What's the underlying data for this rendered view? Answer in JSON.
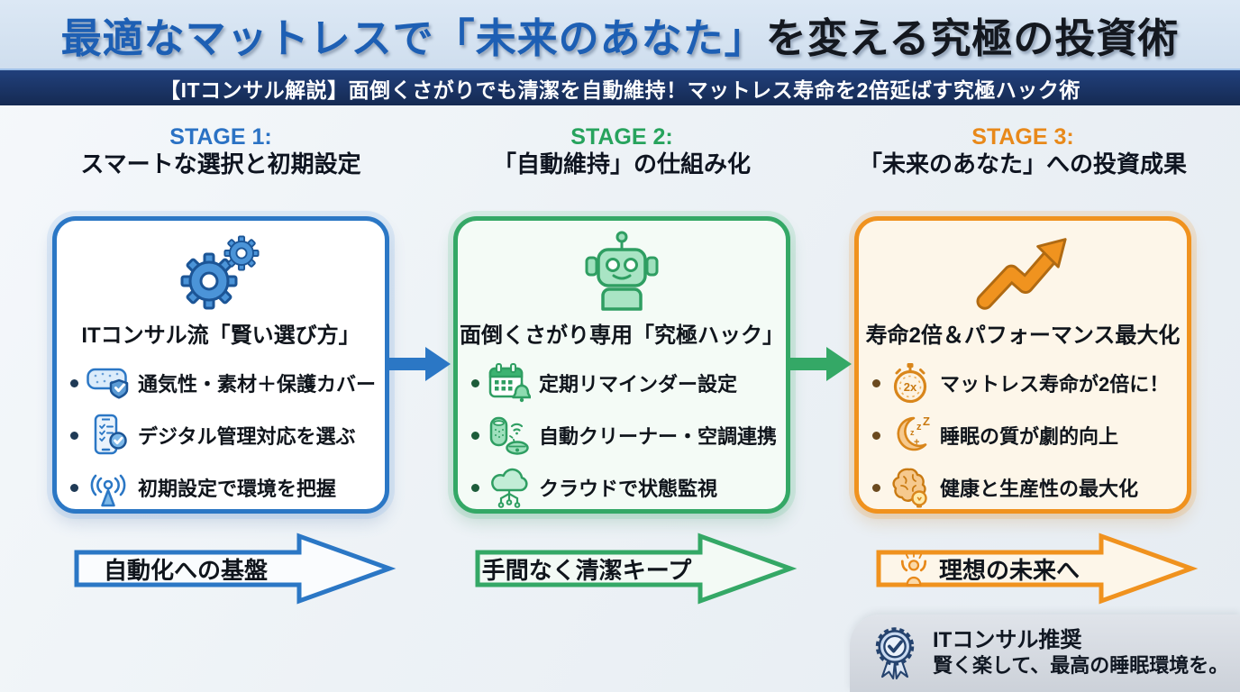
{
  "page": {
    "title_blue": "最適なマットレスで「未来のあなた」",
    "title_dark": "を変える究極の投資術",
    "subtitle": "【ITコンサル解説】面倒くさがりでも清潔を自動維持！マットレス寿命を2倍延ばす究極ハック術"
  },
  "colors": {
    "stage1_accent": "#2b77c5",
    "stage2_accent": "#34a866",
    "stage3_accent": "#f0921e",
    "header_navy": "#1c3667",
    "title_blue": "#1d5fb4"
  },
  "stages": [
    {
      "label": "STAGE 1:",
      "heading": "スマートな選択と初期設定",
      "main_icon": "gears-icon",
      "card_title": "ITコンサル流「賢い選び方」",
      "bullets": [
        {
          "icon": "mattress-shield-icon",
          "text": "通気性・素材＋保護カバー"
        },
        {
          "icon": "phone-checklist-icon",
          "text": "デジタル管理対応を選ぶ"
        },
        {
          "icon": "antenna-signal-icon",
          "text": "初期設定で環境を把握"
        }
      ],
      "arrow_label": "自動化への基盤"
    },
    {
      "label": "STAGE 2:",
      "heading": "「自動維持」の仕組み化",
      "main_icon": "robot-icon",
      "card_title": "面倒くさがり専用「究極ハック」",
      "bullets": [
        {
          "icon": "calendar-bell-icon",
          "text": "定期リマインダー設定"
        },
        {
          "icon": "speaker-vacuum-icon",
          "text": "自動クリーナー・空調連携"
        },
        {
          "icon": "cloud-network-icon",
          "text": "クラウドで状態監視"
        }
      ],
      "arrow_label": "手間なく清潔キープ"
    },
    {
      "label": "STAGE 3:",
      "heading": "「未来のあなた」への投資成果",
      "main_icon": "growth-arrow-icon",
      "card_title": "寿命2倍＆パフォーマンス最大化",
      "bullets": [
        {
          "icon": "stopwatch-2x-icon",
          "icon_label": "2x",
          "text": "マットレス寿命が2倍に！"
        },
        {
          "icon": "moon-zzz-icon",
          "text": "睡眠の質が劇的向上"
        },
        {
          "icon": "brain-bulb-icon",
          "text": "健康と生産性の最大化"
        }
      ],
      "arrow_label": "理想の未来へ",
      "arrow_icon": "cheering-person-icon"
    }
  ],
  "footer_badge": {
    "icon": "rosette-check-icon",
    "line1": "ITコンサル推奨",
    "line2": "賢く楽して、最高の睡眠環境を。"
  }
}
